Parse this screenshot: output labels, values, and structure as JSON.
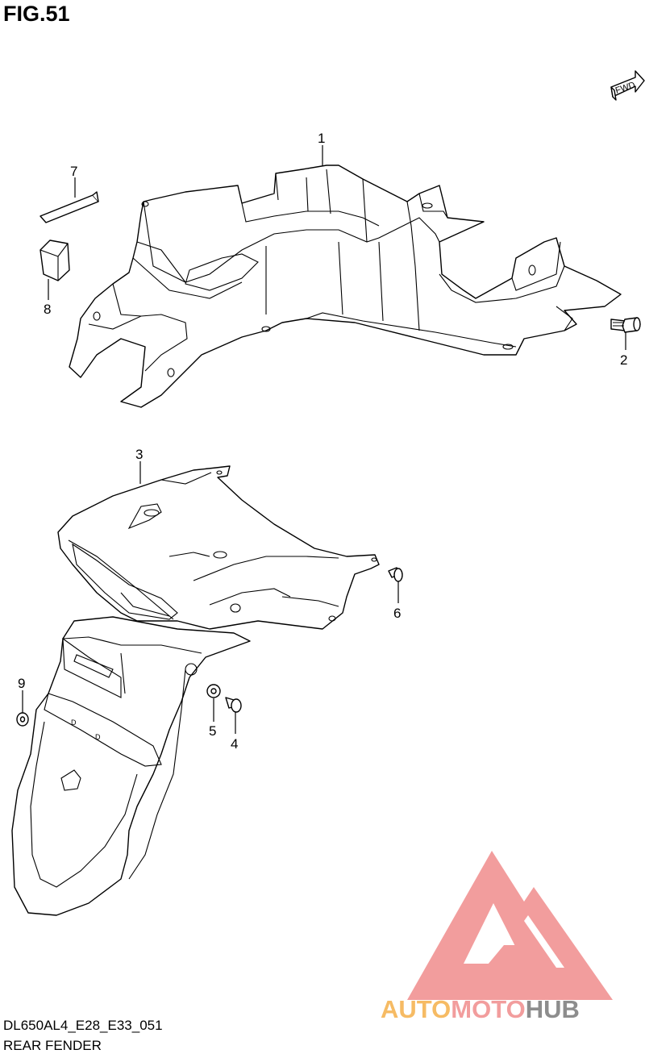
{
  "figure_title": "FIG.51",
  "diagram_code": "DL650AL4_E28_E33_051",
  "diagram_name": "REAR FENDER",
  "fwd_label": "FWD",
  "part_callouts": [
    "1",
    "2",
    "3",
    "4",
    "5",
    "6",
    "7",
    "8",
    "9"
  ],
  "watermark": {
    "text_part1": "AUTO",
    "text_part2": "MOTO",
    "text_part3": "HUB",
    "color_red": "#f08c8c",
    "color_orange": "#f5b04a",
    "color_gray": "#7a7a7a"
  }
}
